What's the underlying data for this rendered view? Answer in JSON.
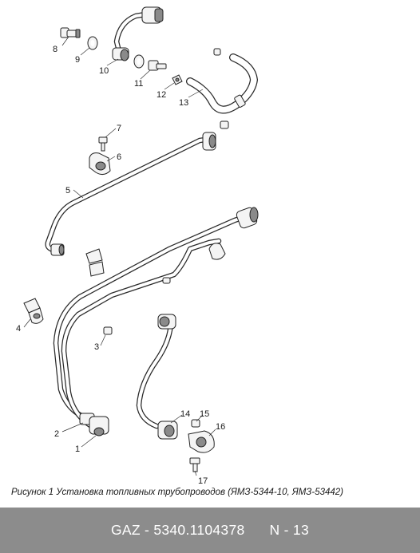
{
  "diagram": {
    "callouts": [
      "1",
      "2",
      "3",
      "4",
      "5",
      "6",
      "7",
      "8",
      "9",
      "10",
      "11",
      "12",
      "13",
      "14",
      "15",
      "16",
      "17"
    ]
  },
  "caption": "Рисунок 1   Установка топливных трубопроводов (ЯМЗ-5344-10, ЯМЗ-53442)",
  "footer": {
    "brand": "GAZ",
    "part_number": "5340.1104378",
    "code": "N - 13"
  }
}
